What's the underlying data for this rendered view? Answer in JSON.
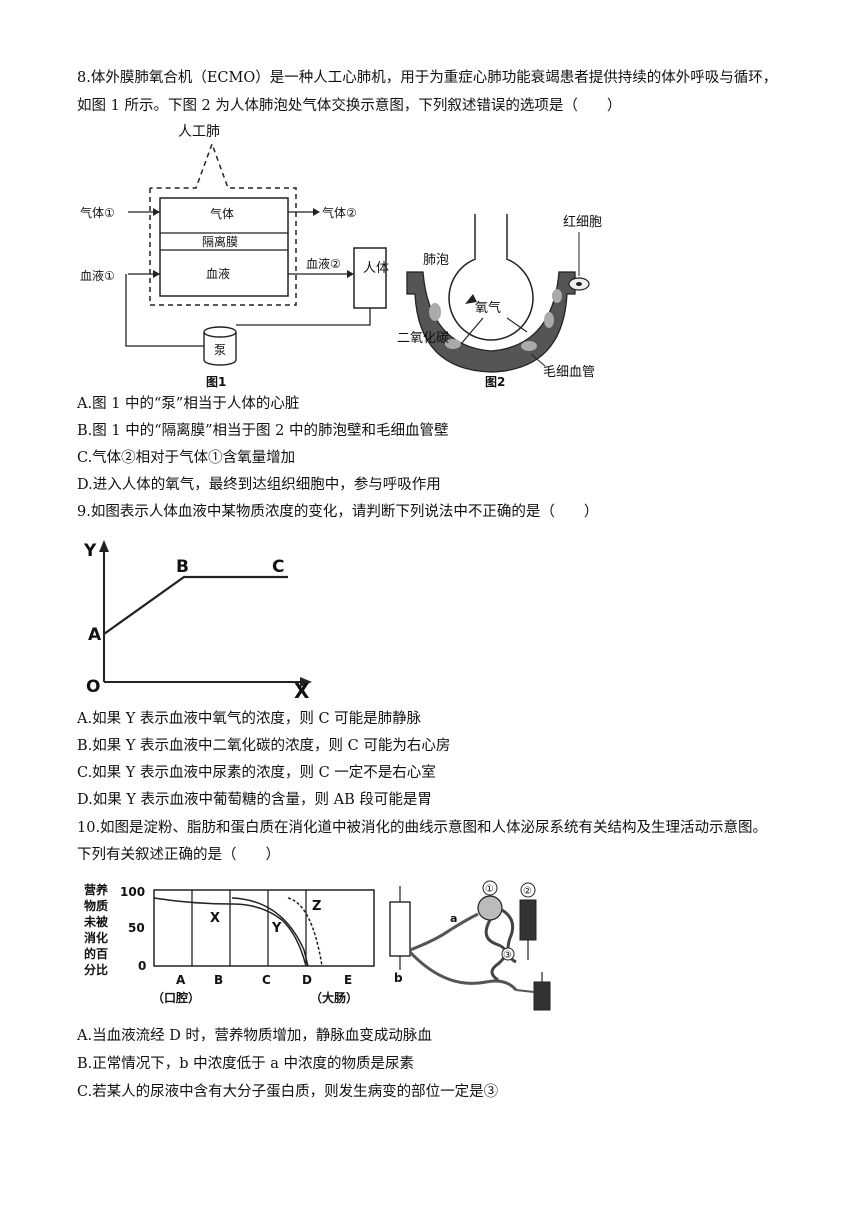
{
  "q8": {
    "stem_line1": "8.体外膜肺氧合机（ECMO）是一种人工心肺机，用于为重症心肺功能衰竭患者提供持续的体外呼吸与循环，",
    "stem_line2": "如图 1 所示。下图 2 为人体肺泡处气体交换示意图，下列叙述错误的选项是（　　）",
    "fig1": {
      "artificial_lung": "人工肺",
      "gas_in": "气体①",
      "gas_out": "气体②",
      "chamber_gas": "气体",
      "membrane": "隔离膜",
      "chamber_blood": "血液",
      "blood_in": "血液①",
      "blood_out": "血液②",
      "body": "人体",
      "pump": "泵",
      "caption": "图1"
    },
    "fig2": {
      "alveolus": "肺泡",
      "rbc": "红细胞",
      "oxygen": "氧气",
      "co2": "二氧化碳",
      "capillary": "毛细血管",
      "caption": "图2"
    },
    "options": {
      "A": "A.图 1 中的“泵”相当于人体的心脏",
      "B": "B.图 1 中的“隔离膜”相当于图 2 中的肺泡壁和毛细血管壁",
      "C": "C.气体②相对于气体①含氧量增加",
      "D": "D.进入人体的氧气，最终到达组织细胞中，参与呼吸作用"
    }
  },
  "q9": {
    "stem": "9.如图表示人体血液中某物质浓度的变化，请判断下列说法中不正确的是（　　）",
    "graph": {
      "y_axis": "Y",
      "x_axis": "X",
      "origin": "O",
      "point_a": "A",
      "point_b": "B",
      "point_c": "C"
    },
    "options": {
      "A": "A.如果 Y 表示血液中氧气的浓度，则 C 可能是肺静脉",
      "B": "B.如果 Y 表示血液中二氧化碳的浓度，则 C 可能为右心房",
      "C": "C.如果 Y 表示血液中尿素的浓度，则 C 一定不是右心室",
      "D": "D.如果 Y 表示血液中葡萄糖的含量，则 AB 段可能是胃"
    }
  },
  "q10": {
    "stem_line1": "10.如图是淀粉、脂肪和蛋白质在消化道中被消化的曲线示意图和人体泌尿系统有关结构及生理活动示意图。",
    "stem_line2": "下列有关叙述正确的是（　　）",
    "chart": {
      "ylabel_chars": [
        "营养",
        "物质",
        "未被",
        "消化",
        "的百",
        "分比"
      ],
      "y_ticks": [
        "100",
        "50",
        "0"
      ],
      "x_ticks": [
        "A",
        "B",
        "C",
        "D",
        "E"
      ],
      "x_note_left": "（口腔）",
      "x_note_right": "（大肠）",
      "curve_x": "X",
      "curve_y": "Y",
      "curve_z": "Z"
    },
    "kidney": {
      "n1": "①",
      "n2": "②",
      "n3": "③",
      "a": "a",
      "b": "b"
    },
    "options": {
      "A": "A.当血液流经 D 时，营养物质增加，静脉血变成动脉血",
      "B": "B.正常情况下，b 中浓度低于 a 中浓度的物质是尿素",
      "C": "C.若某人的尿液中含有大分子蛋白质，则发生病变的部位一定是③"
    }
  }
}
